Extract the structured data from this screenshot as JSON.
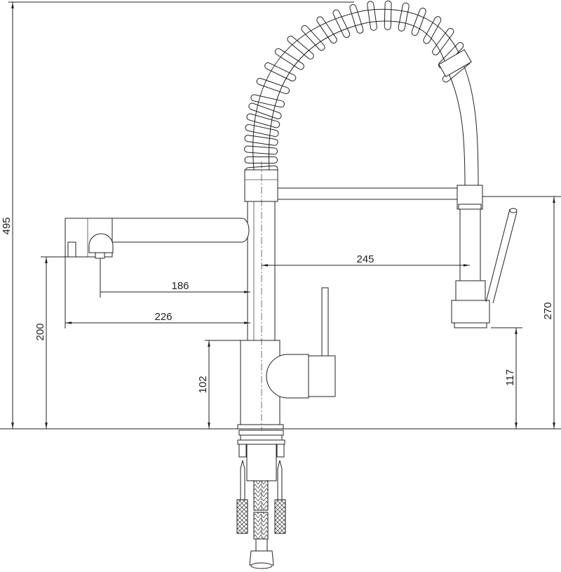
{
  "drawing": {
    "title": "Kitchen faucet with pull-down spring spout - dimensional drawing",
    "units": "mm",
    "dimensions": {
      "total_height": "495",
      "spray_reach": "245",
      "spout_nozzle_reach": "186",
      "spout_overall_reach": "226",
      "spout_height": "200",
      "body_height": "102",
      "sprayer_holder_height": "270",
      "sprayer_outlet_height": "117"
    },
    "line_color": "#222222"
  }
}
